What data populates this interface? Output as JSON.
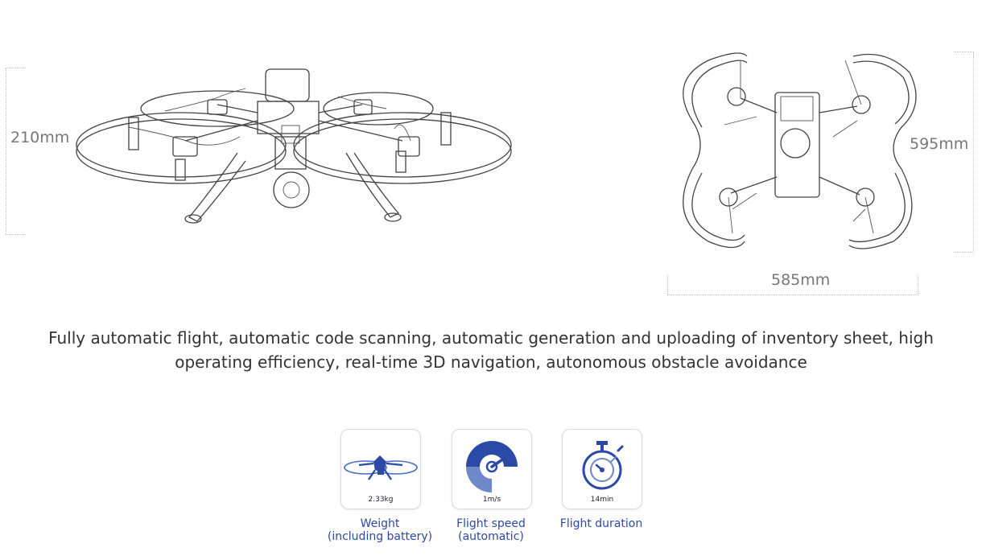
{
  "dimensions": {
    "height": "210mm",
    "width": "585mm",
    "length": "595mm"
  },
  "description": {
    "line1": "Fully automatic flight, automatic code scanning, automatic generation and uploading of inventory sheet, high",
    "line2": "operating efficiency, real-time 3D navigation, autonomous obstacle avoidance"
  },
  "specs": [
    {
      "value": "2.33kg",
      "label_line1": "Weight",
      "label_line2": "(including battery)",
      "icon": "drone-icon"
    },
    {
      "value": "1m/s",
      "label_line1": "Flight speed",
      "label_line2": "(automatic)",
      "icon": "speedometer-icon"
    },
    {
      "value": "14min",
      "label_line1": "Flight duration",
      "label_line2": "",
      "icon": "stopwatch-icon"
    }
  ],
  "colors": {
    "accent": "#2b49a6",
    "accent_light": "#6f88c9",
    "text": "#333333",
    "muted": "#777777"
  }
}
